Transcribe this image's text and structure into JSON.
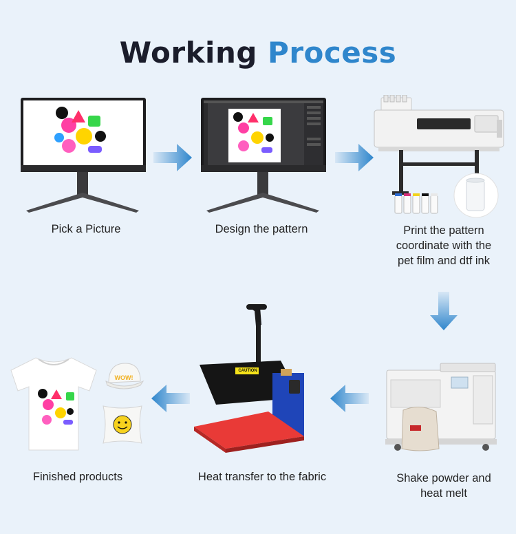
{
  "title": {
    "word1": "Working",
    "word2": "Process"
  },
  "steps": [
    {
      "caption": "Pick a Picture"
    },
    {
      "caption": "Design the pattern"
    },
    {
      "caption": "Print the pattern\ncoordinate with the\npet film and dtf ink"
    },
    {
      "caption": "Shake powder and\nheat melt"
    },
    {
      "caption": "Heat transfer to the fabric"
    },
    {
      "caption": "Finished products"
    }
  ],
  "labels": {
    "heat_press_tag": "CAUTION",
    "cap_text": "WOW!"
  },
  "colors": {
    "title_dark": "#1b1d2b",
    "title_accent": "#2f86cc",
    "arrow": "#2f86cc",
    "background": "#eaf2fa"
  },
  "icons": [
    "monitor-icon",
    "design-monitor-icon",
    "printer-icon",
    "shaker-icon",
    "heat-press-icon",
    "tshirt-icon",
    "cap-icon",
    "pillow-icon",
    "arrow-right-icon",
    "arrow-down-icon",
    "arrow-left-icon"
  ]
}
